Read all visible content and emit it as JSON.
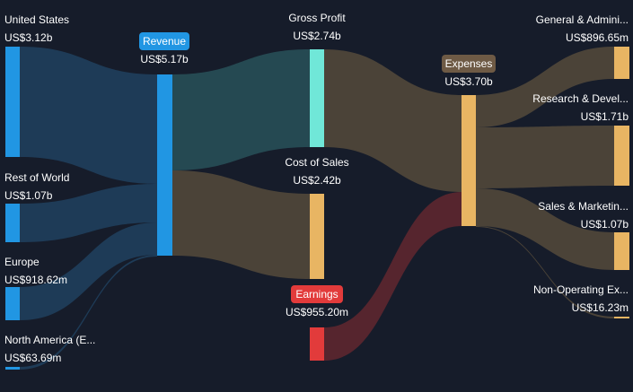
{
  "chart_data": {
    "type": "sankey",
    "nodes": [
      {
        "id": "us",
        "label": "United States",
        "value_text": "US$3.12b",
        "value": 3.12,
        "color": "#2196e3"
      },
      {
        "id": "row",
        "label": "Rest of World",
        "value_text": "US$1.07b",
        "value": 1.07,
        "color": "#2196e3"
      },
      {
        "id": "eu",
        "label": "Europe",
        "value_text": "US$918.62m",
        "value": 0.91862,
        "color": "#2196e3"
      },
      {
        "id": "na",
        "label": "North America (E...",
        "value_text": "US$63.69m",
        "value": 0.06369,
        "color": "#2196e3"
      },
      {
        "id": "rev",
        "label": "Revenue",
        "value_text": "US$5.17b",
        "value": 5.17,
        "color": "#2196e3",
        "badge": true
      },
      {
        "id": "gp",
        "label": "Gross Profit",
        "value_text": "US$2.74b",
        "value": 2.74,
        "color": "#70e7d8"
      },
      {
        "id": "cos",
        "label": "Cost of Sales",
        "value_text": "US$2.42b",
        "value": 2.42,
        "color": "#e8b563"
      },
      {
        "id": "earn",
        "label": "Earnings",
        "value_text": "US$955.20m",
        "value": 0.9552,
        "color": "#e23b3b",
        "badge": true
      },
      {
        "id": "exp",
        "label": "Expenses",
        "value_text": "US$3.70b",
        "value": 3.7,
        "color": "#e8b563",
        "badge": true
      },
      {
        "id": "ga",
        "label": "General & Admini...",
        "value_text": "US$896.65m",
        "value": 0.89665,
        "color": "#e8b563"
      },
      {
        "id": "rd",
        "label": "Research & Devel...",
        "value_text": "US$1.71b",
        "value": 1.71,
        "color": "#e8b563"
      },
      {
        "id": "sm",
        "label": "Sales & Marketin...",
        "value_text": "US$1.07b",
        "value": 1.07,
        "color": "#e8b563"
      },
      {
        "id": "noe",
        "label": "Non-Operating Ex...",
        "value_text": "US$16.23m",
        "value": 0.01623,
        "color": "#e8b563"
      }
    ],
    "links": [
      {
        "source": "us",
        "target": "rev",
        "value": 3.12
      },
      {
        "source": "row",
        "target": "rev",
        "value": 1.07
      },
      {
        "source": "eu",
        "target": "rev",
        "value": 0.91862
      },
      {
        "source": "na",
        "target": "rev",
        "value": 0.06369
      },
      {
        "source": "rev",
        "target": "gp",
        "value": 2.74
      },
      {
        "source": "rev",
        "target": "cos",
        "value": 2.42
      },
      {
        "source": "gp",
        "target": "exp",
        "value": 2.74
      },
      {
        "source": "earn",
        "target": "exp",
        "value": 0.9552
      },
      {
        "source": "exp",
        "target": "ga",
        "value": 0.89665
      },
      {
        "source": "exp",
        "target": "rd",
        "value": 1.71
      },
      {
        "source": "exp",
        "target": "sm",
        "value": 1.07
      },
      {
        "source": "exp",
        "target": "noe",
        "value": 0.01623
      }
    ],
    "colors": {
      "background": "#161c2a",
      "revenue_link": "#1f3d5a",
      "gross_profit_link": "#264c54",
      "cost_link": "#4e4639",
      "expense_link": "#4e4639",
      "earnings_link": "#5a262e",
      "expenses_badge": "#6e5a45",
      "revenue_badge": "#2196e3",
      "earnings_badge": "#e23b3b"
    }
  }
}
